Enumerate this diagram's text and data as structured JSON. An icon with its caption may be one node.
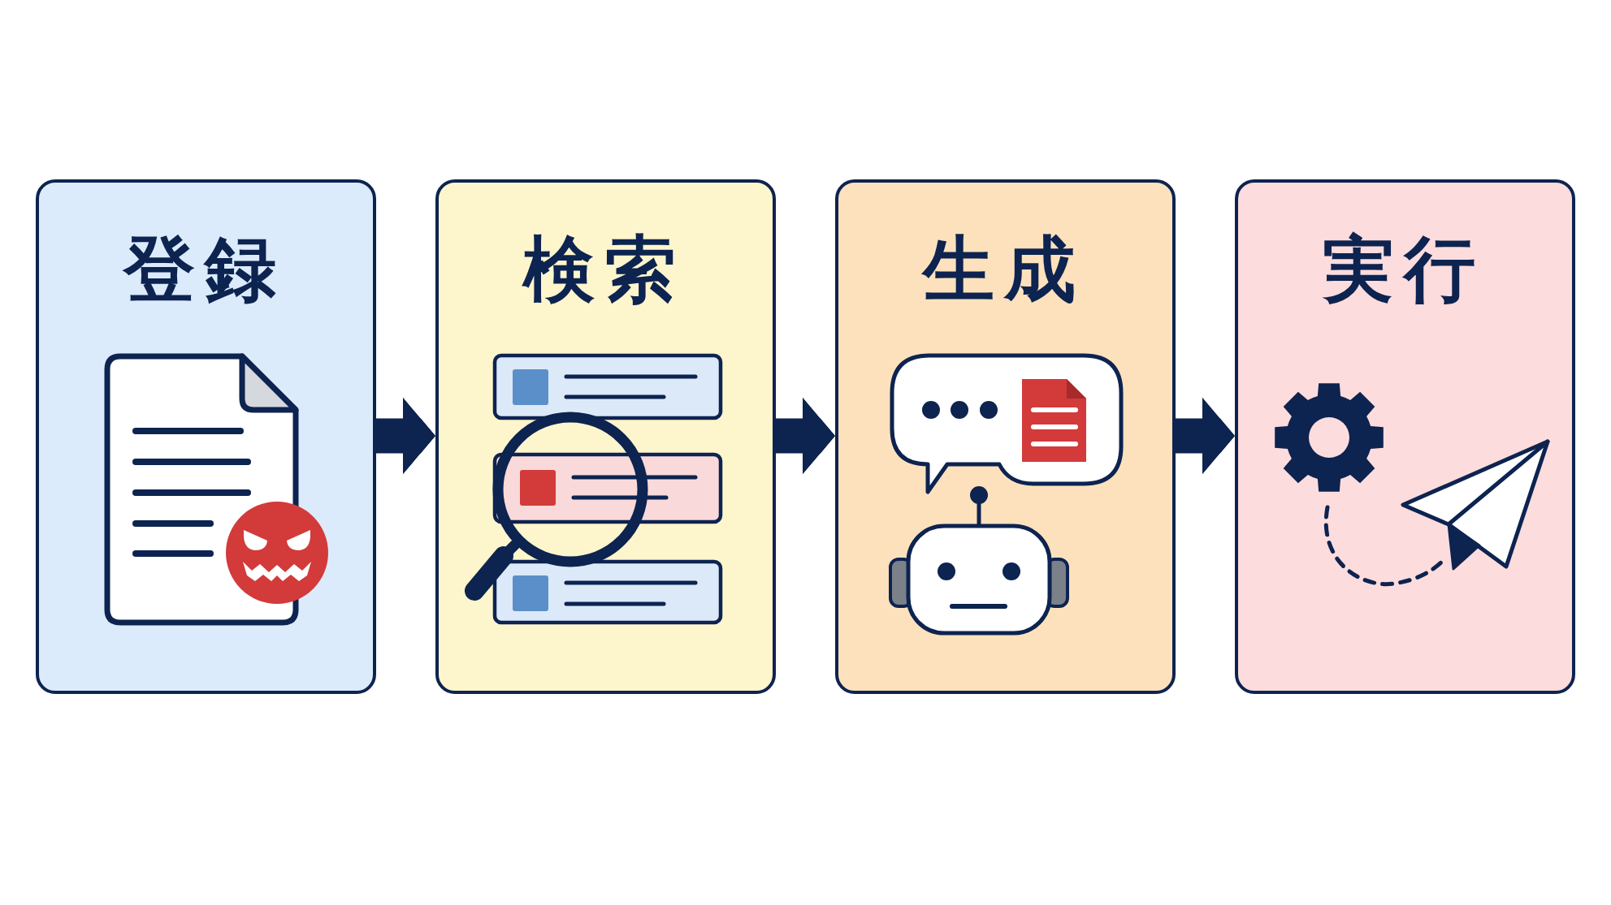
{
  "diagram": {
    "nodes": [
      {
        "text": [
          "登録"
        ]
      },
      {
        "text": [
          "検索"
        ]
      },
      {
        "text": [
          "生成"
        ]
      },
      {
        "text": [
          "実行"
        ]
      }
    ],
    "edges": [
      {
        "from": 0,
        "to": 1,
        "arrow": "to"
      },
      {
        "from": 1,
        "to": 2,
        "arrow": "to"
      },
      {
        "from": 2,
        "to": 3,
        "arrow": "to"
      }
    ]
  }
}
